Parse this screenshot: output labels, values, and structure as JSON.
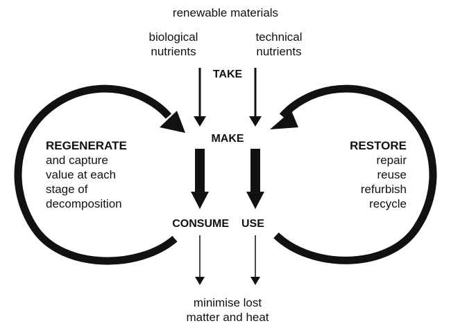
{
  "top": {
    "renewable": "renewable materials",
    "biological": [
      "biological",
      "nutrients"
    ],
    "technical": [
      "technical",
      "nutrients"
    ]
  },
  "stages": {
    "take": "TAKE",
    "make": "MAKE",
    "consume": "CONSUME",
    "use": "USE"
  },
  "regenerate": {
    "title": "REGENERATE",
    "lines": [
      "and capture",
      "value at each",
      "stage of",
      "decomposition"
    ]
  },
  "restore": {
    "title": "RESTORE",
    "lines": [
      "repair",
      "reuse",
      "refurbish",
      "recycle"
    ]
  },
  "bottom": {
    "lines": [
      "minimise lost",
      "matter and heat"
    ]
  },
  "colors": {
    "ink": "#111111",
    "background": "#ffffff"
  }
}
